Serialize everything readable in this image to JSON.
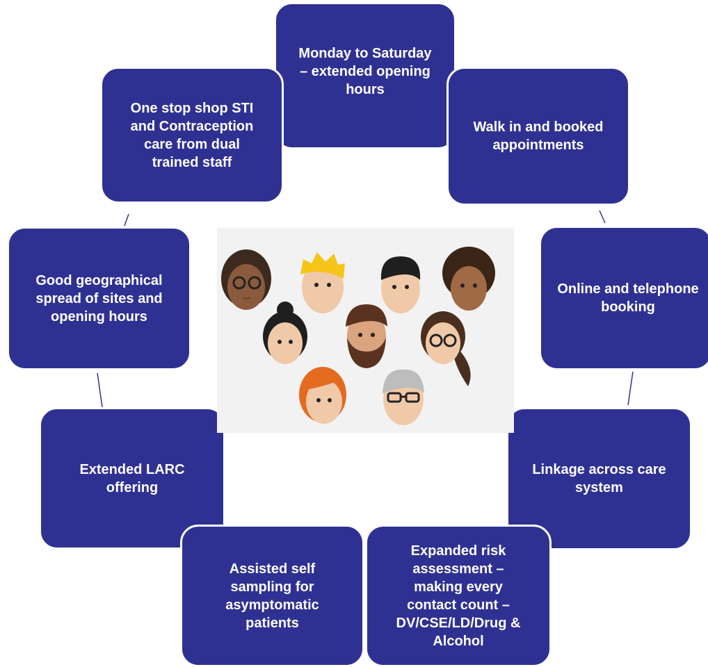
{
  "colors": {
    "box_fill": "#2f3192",
    "box_text": "#ffffff",
    "connector": "#2f3192",
    "illustration_bg": "#f2f2f2"
  },
  "boxes": {
    "monday_saturday": "Monday to Saturday – extended opening hours",
    "one_stop_shop": "One stop shop STI and Contraception care from dual trained staff",
    "walk_in": "Walk in and booked appointments",
    "good_geo": "Good geographical spread of sites and opening hours",
    "online_booking": "Online and telephone booking",
    "extended_larc": "Extended LARC offering",
    "linkage": "Linkage across care system",
    "assisted_self": "Assisted self sampling for asymptomatic patients",
    "expanded_risk": "Expanded risk assessment – making every contact count – DV/CSE/LD/Drug & Alcohol"
  },
  "illustration": {
    "icon": "group-of-diverse-people-faces-icon"
  }
}
